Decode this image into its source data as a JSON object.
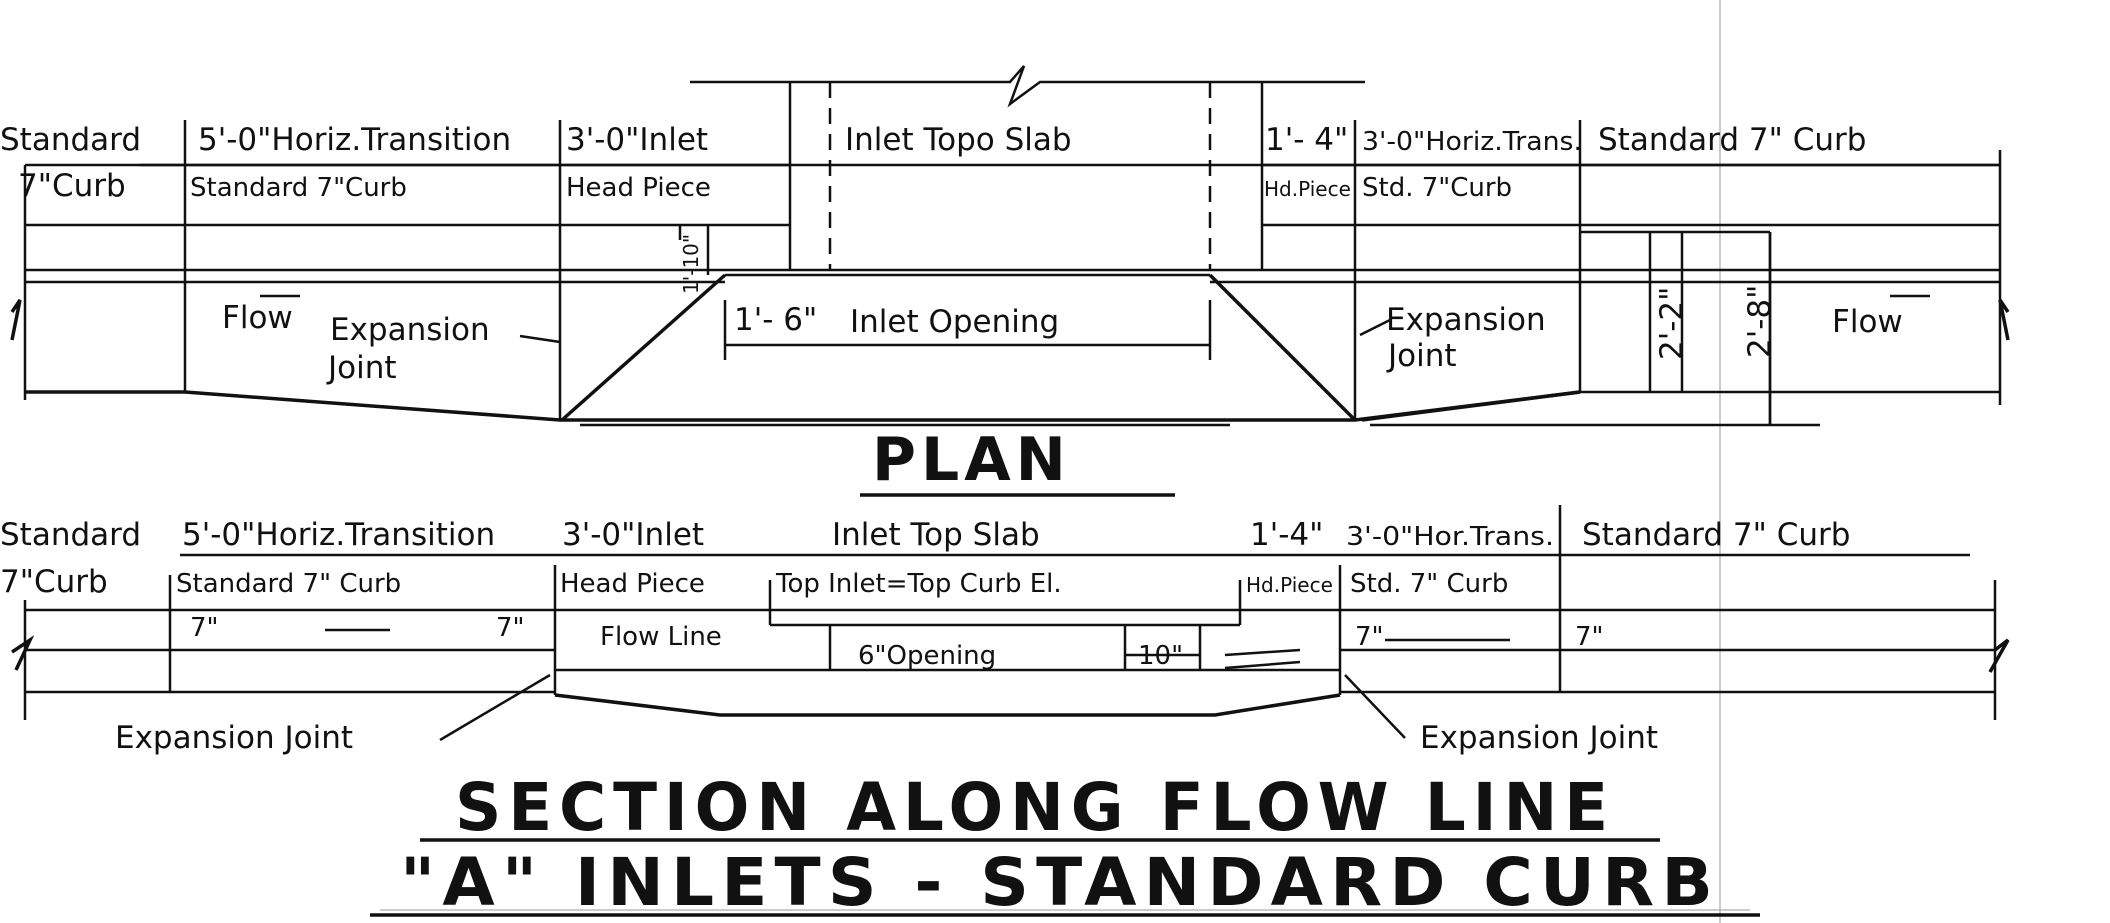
{
  "plan": {
    "title": "PLAN",
    "seg_standard_a": "Standard",
    "seg_standard_b": "7\"Curb",
    "seg_transition_a": "5'-0\"Horiz.Transition",
    "seg_transition_b": "Standard 7\"Curb",
    "seg_inlet_a": "3'-0\"Inlet",
    "seg_inlet_b": "Head Piece",
    "seg_slab": "Inlet Topo Slab",
    "seg_hd_a": "1'- 4\"",
    "seg_hd_b": "Hd.Piece",
    "seg_trans_r_a": "3'-0\"Horiz.Trans.",
    "seg_trans_r_b": "Std. 7\"Curb",
    "seg_curb_r": "Standard 7\" Curb",
    "dim_small": "1'-10\"",
    "flow_left": "Flow",
    "flow_right": "Flow",
    "exp_left_a": "Expansion",
    "exp_left_b": "Joint",
    "exp_right_a": "Expansion",
    "exp_right_b": "Joint",
    "dim_opening_left": "1'- 6\"",
    "opening": "Inlet Opening",
    "dim_2_2": "2'-2\"",
    "dim_2_8": "2'-8\""
  },
  "section": {
    "seg_standard_a": "Standard",
    "seg_standard_b": "7\"Curb",
    "seg_transition_a": "5'-0\"Horiz.Transition",
    "seg_transition_b": "Standard 7\" Curb",
    "seg_inlet_a": "3'-0\"Inlet",
    "seg_inlet_b": "Head Piece",
    "seg_slab": "Inlet Top Slab",
    "seg_slab_b": "Top Inlet=Top Curb El.",
    "seg_hd_a": "1'-4\"",
    "seg_hd_b": "Hd.Piece",
    "seg_trans_r_a": "3'-0\"Hor.Trans.",
    "seg_trans_r_b": "Std. 7\" Curb",
    "seg_curb_r": "Standard 7\" Curb",
    "dim_7_a": "7\"",
    "dim_7_b": "7\"",
    "dim_7_c": "7\"",
    "dim_7_d": "7\"",
    "flow_line": "Flow Line",
    "opening": "6\"Opening",
    "dim_10": "10\"",
    "exp_left": "Expansion Joint",
    "exp_right": "Expansion Joint"
  },
  "titles": {
    "line1": "SECTION ALONG FLOW LINE",
    "line2": "\"A\" INLETS - STANDARD CURB"
  }
}
